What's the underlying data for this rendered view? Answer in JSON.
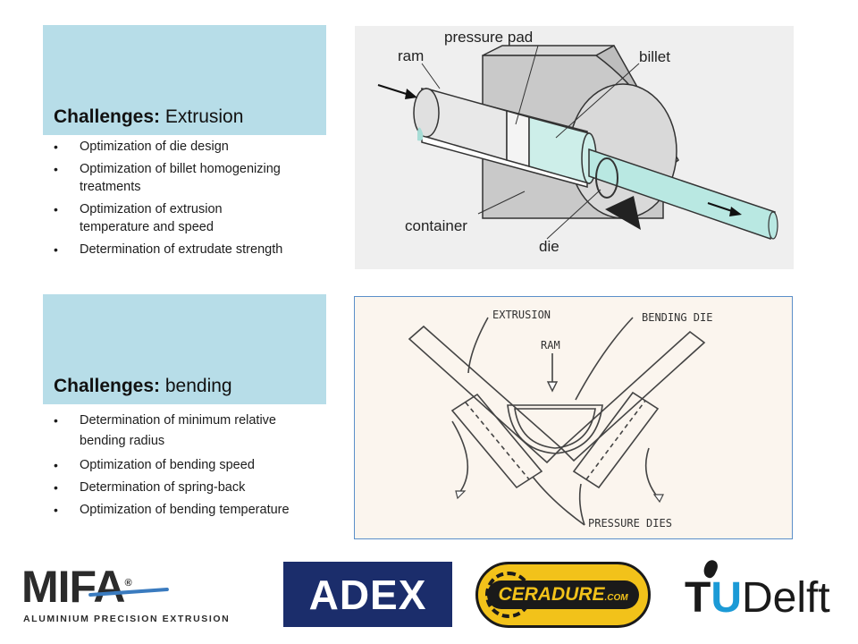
{
  "extrusion": {
    "title_bold": "Challenges:",
    "title_rest": " Extrusion",
    "bullets": [
      "Optimization of die design",
      "Optimization of billet homogenizing treatments",
      "Optimization of extrusion temperature and speed",
      "Determination of extrudate strength"
    ],
    "figure_labels": {
      "pressure_pad": "pressure pad",
      "ram": "ram",
      "billet": "billet",
      "container": "container",
      "die": "die"
    }
  },
  "bending": {
    "title_bold": "Challenges:",
    "title_rest": " bending",
    "bullets": [
      "Determination of minimum relative bending radius",
      "Optimization of bending speed",
      "Determination of spring-back",
      "Optimization of bending temperature"
    ],
    "figure_labels": {
      "extrusion": "EXTRUSION",
      "bending_die": "BENDING DIE",
      "ram": "RAM",
      "pressure_dies": "PRESSURE DIES"
    }
  },
  "logos": {
    "mifa_name": "MIFA",
    "mifa_reg": "®",
    "mifa_tagline": "ALUMINIUM PRECISION EXTRUSION",
    "adex": "ADEX",
    "ceradure": "CERADURE",
    "ceradure_suffix": ".COM",
    "tud_t": "T",
    "tud_u": "U",
    "tud_delft": "Delft"
  },
  "colors": {
    "header_bg": "#b7dde8",
    "billet_fill": "#cdeee9",
    "adex_bg": "#1b2d6b",
    "ceradure_gold": "#f2c21a",
    "tud_blue": "#1b9ad6"
  }
}
